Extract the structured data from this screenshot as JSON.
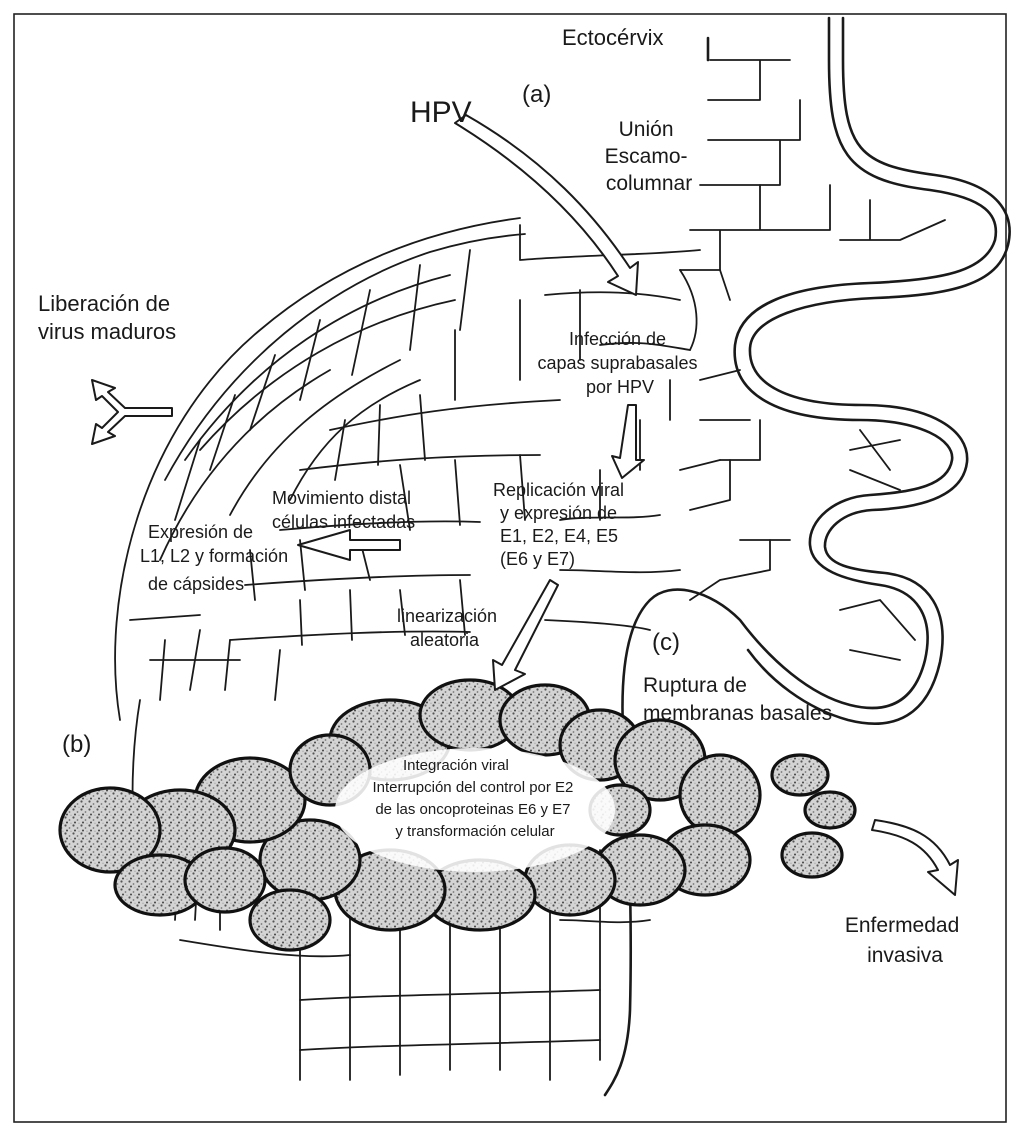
{
  "labels": {
    "ectocervix": "Ectocérvix",
    "marker_a": "(a)",
    "hpv": "HPV",
    "union": [
      "Unión",
      "Escamo-",
      "columnar"
    ],
    "liberacion": [
      "Liberación de",
      "virus maduros"
    ],
    "infeccion": [
      "Infección de",
      "capas suprabasales",
      "por HPV"
    ],
    "replicacion": [
      "Replicación viral",
      "y expresión de",
      "E1, E2, E4, E5",
      "(E6 y E7)"
    ],
    "movimiento": [
      "Movimiento distal",
      "células infectadas"
    ],
    "expresion": [
      "Expresión de",
      "L1, L2 y formación",
      "de cápsides"
    ],
    "linearizacion": [
      "linearización",
      "aleatoria"
    ],
    "marker_c": "(c)",
    "ruptura": [
      "Ruptura de",
      "membranas basales"
    ],
    "marker_b": "(b)",
    "integracion": [
      "Integración viral",
      "Interrupción del control por E2",
      "de las oncoproteinas E6 y E7",
      "y transformación celular"
    ],
    "enfermedad": [
      "Enfermedad",
      "invasiva"
    ]
  }
}
